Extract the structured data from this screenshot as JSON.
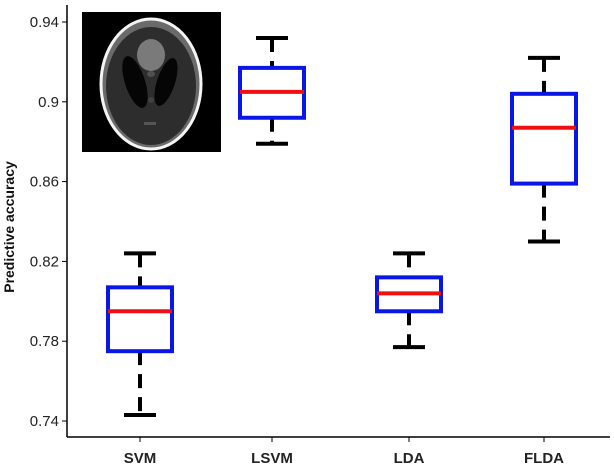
{
  "chart_data": {
    "type": "box",
    "ylabel": "Predictive accuracy",
    "ylim": [
      0.73,
      0.95
    ],
    "yticks": [
      0.74,
      0.78,
      0.82,
      0.86,
      0.9,
      0.94
    ],
    "ytick_labels": [
      "0.74",
      "0.78",
      "0.82",
      "0.86",
      "0.9",
      "0.94"
    ],
    "categories": [
      "SVM",
      "LSVM",
      "LDA",
      "FLDA"
    ],
    "boxes": [
      {
        "category": "SVM",
        "whisker_low": 0.743,
        "q1": 0.775,
        "median": 0.795,
        "q3": 0.807,
        "whisker_high": 0.824
      },
      {
        "category": "LSVM",
        "whisker_low": 0.879,
        "q1": 0.892,
        "median": 0.905,
        "q3": 0.917,
        "whisker_high": 0.932
      },
      {
        "category": "LDA",
        "whisker_low": 0.777,
        "q1": 0.795,
        "median": 0.804,
        "q3": 0.812,
        "whisker_high": 0.824
      },
      {
        "category": "FLDA",
        "whisker_low": 0.83,
        "q1": 0.859,
        "median": 0.887,
        "q3": 0.904,
        "whisker_high": 0.922
      }
    ],
    "colors": {
      "box": "#0a16e6",
      "median": "#ee1010",
      "whisker": "#000000",
      "inset_bg": "#000000"
    },
    "inset": {
      "description_icon": "shepp-logan-phantom-icon"
    },
    "grid": false,
    "legend": "none"
  }
}
